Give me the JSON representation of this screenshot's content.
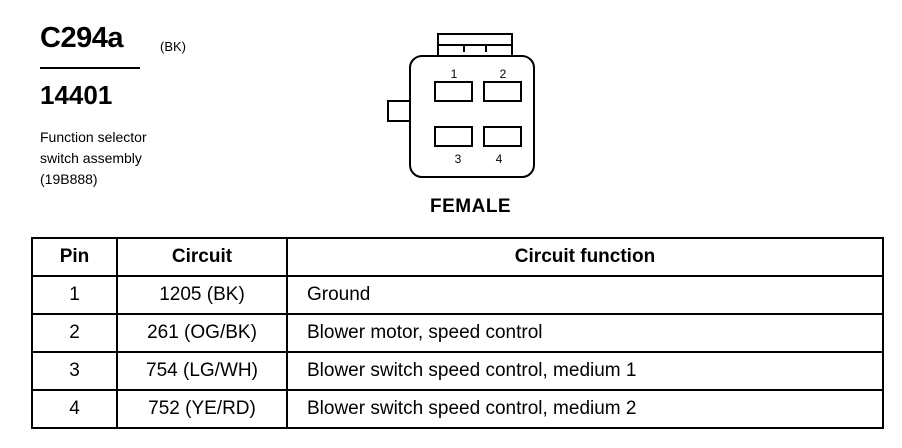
{
  "header": {
    "connector_id": "C294a",
    "color_code": "(BK)",
    "part_number": "14401",
    "description": [
      "Function selector",
      "switch assembly",
      "(19B888)"
    ]
  },
  "connector": {
    "pin_labels": [
      "1",
      "2",
      "3",
      "4"
    ],
    "gender": "FEMALE"
  },
  "table": {
    "columns": [
      "Pin",
      "Circuit",
      "Circuit function"
    ],
    "rows": [
      {
        "pin": "1",
        "circuit": "1205 (BK)",
        "function": "Ground"
      },
      {
        "pin": "2",
        "circuit": "261 (OG/BK)",
        "function": "Blower motor, speed control"
      },
      {
        "pin": "3",
        "circuit": "754 (LG/WH)",
        "function": "Blower switch speed control, medium 1"
      },
      {
        "pin": "4",
        "circuit": "752 (YE/RD)",
        "function": "Blower switch speed control, medium 2"
      }
    ]
  }
}
